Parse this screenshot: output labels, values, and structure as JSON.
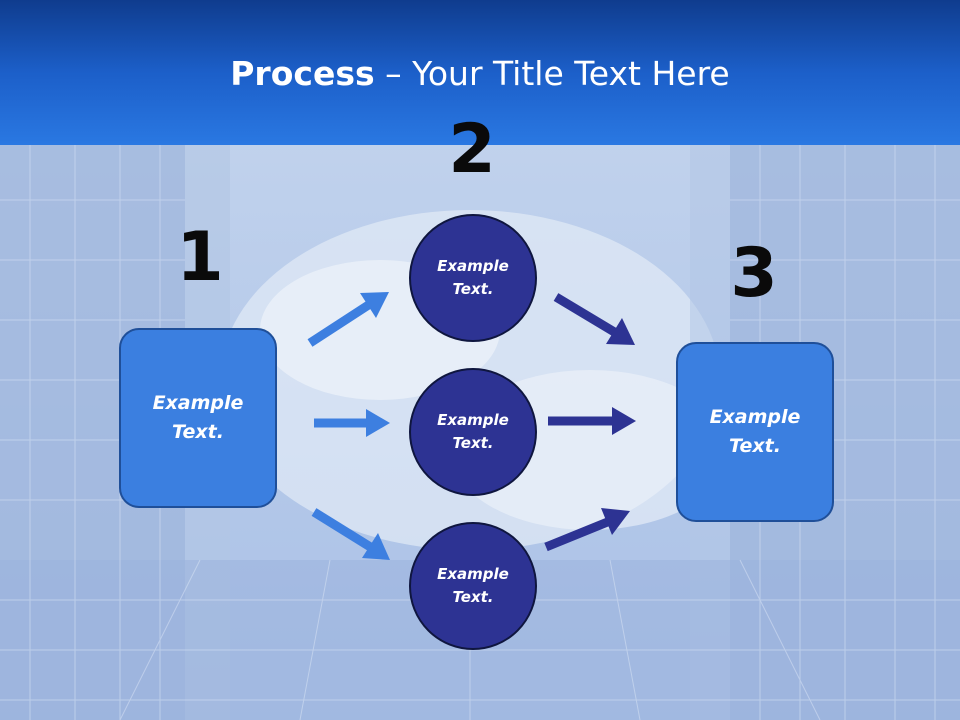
{
  "title": {
    "bold": "Process",
    "rest": " – Your Title Text Here"
  },
  "steps": [
    {
      "number": "1",
      "text": "Example Text."
    },
    {
      "number": "2",
      "items": [
        "Example Text.",
        "Example Text.",
        "Example Text."
      ]
    },
    {
      "number": "3",
      "text": "Example Text."
    }
  ],
  "colors": {
    "header": "#1c5fc9",
    "box_fill": "#3b7fe0",
    "circle_fill": "#2d3393",
    "left_arrow": "#3d7fe0",
    "right_arrow": "#2d3393"
  }
}
